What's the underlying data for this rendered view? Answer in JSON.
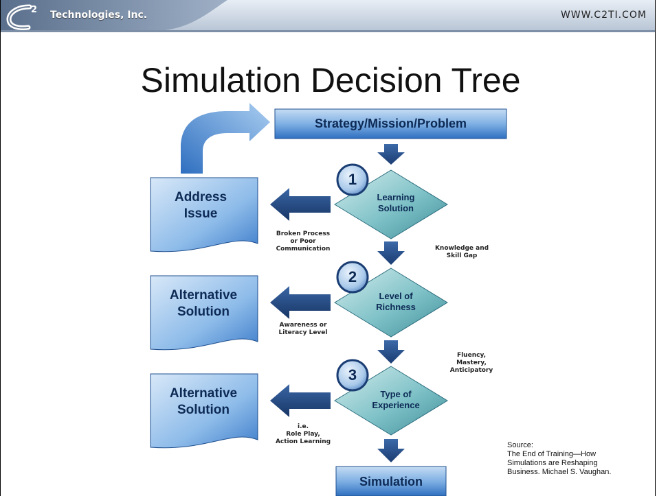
{
  "header": {
    "company": "Technologies, Inc.",
    "website": "WWW.C2TI.COM"
  },
  "title": "Simulation Decision Tree",
  "flow": {
    "top_box": "Strategy/Mission/Problem",
    "bottom_box": "Simulation",
    "decisions": [
      {
        "number": "1",
        "line1": "Learning",
        "line2": "Solution"
      },
      {
        "number": "2",
        "line1": "Level of",
        "line2": "Richness"
      },
      {
        "number": "3",
        "line1": "Type of",
        "line2": "Experience"
      }
    ],
    "side_boxes": [
      {
        "line1": "Address",
        "line2": "Issue"
      },
      {
        "line1": "Alternative",
        "line2": "Solution"
      },
      {
        "line1": "Alternative",
        "line2": "Solution"
      }
    ],
    "left_conditions": [
      {
        "line1": "Broken Process",
        "line2": "or Poor",
        "line3": "Communication"
      },
      {
        "line1": "Awareness or",
        "line2": "Literacy Level"
      },
      {
        "line1": "i.e.",
        "line2": "Role Play,",
        "line3": "Action Learning"
      }
    ],
    "right_conditions": [
      {
        "line1": "Knowledge and",
        "line2": "Skill Gap"
      },
      {
        "line1": "Fluency,",
        "line2": "Mastery,",
        "line3": "Anticipatory"
      }
    ]
  },
  "source": {
    "line1": "Source:",
    "line2": "The End of Training—How",
    "line3": "Simulations are Reshaping",
    "line4": "Business. Michael S. Vaughan."
  }
}
